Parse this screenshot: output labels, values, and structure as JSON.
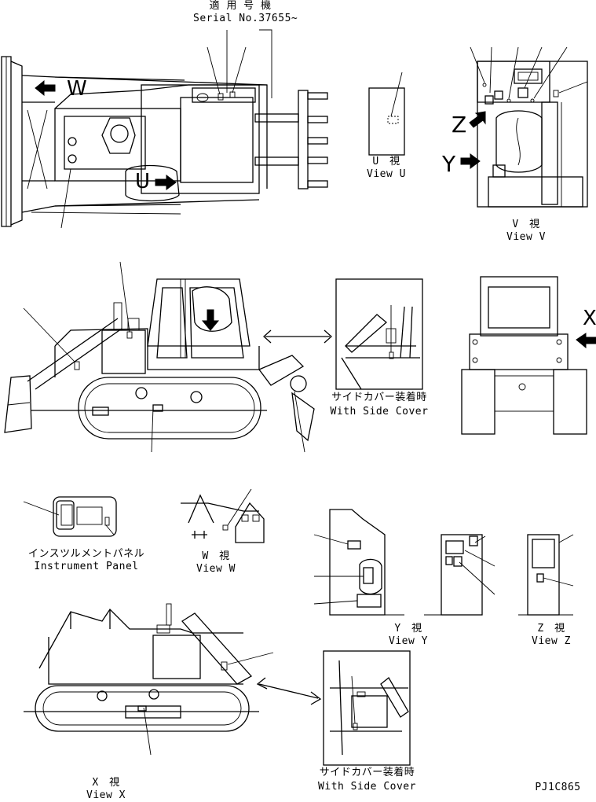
{
  "serial": {
    "jp": "適 用 号 機",
    "en": "Serial No.37655~"
  },
  "view_u": {
    "jp": "U　視",
    "en": "View U",
    "letter": "U"
  },
  "view_v": {
    "jp": "V　視",
    "en": "View V"
  },
  "view_w": {
    "jp": "W　視",
    "en": "View W",
    "letter": "W"
  },
  "view_x": {
    "jp": "X　視",
    "en": "View X",
    "letter": "X"
  },
  "view_y": {
    "jp": "Y　視",
    "en": "View Y",
    "letter": "Y"
  },
  "view_z": {
    "jp": "Z　視",
    "en": "View Z",
    "letter": "Z"
  },
  "side_cover_1": {
    "jp": "サイドカバー装着時",
    "en": "With Side Cover"
  },
  "side_cover_2": {
    "jp": "サイドカバー装着時",
    "en": "With Side Cover"
  },
  "instrument_panel": {
    "jp": "インスツルメントパネル",
    "en": "Instrument Panel"
  },
  "drawing_code": "PJ1C865"
}
